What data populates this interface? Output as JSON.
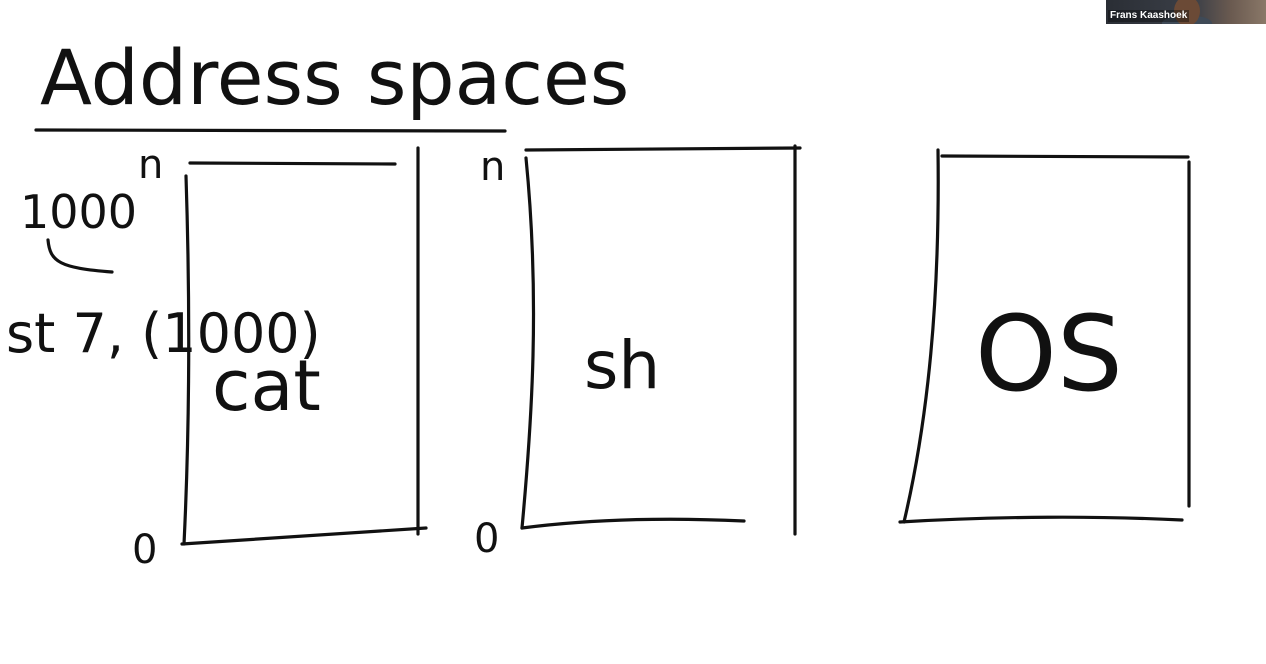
{
  "whiteboard": {
    "title": "Address spaces",
    "boxes": [
      {
        "label": "cat",
        "top_label": "n",
        "bottom_label": "0"
      },
      {
        "label": "sh",
        "top_label": "n",
        "bottom_label": "0"
      },
      {
        "label": "OS"
      }
    ],
    "margin_notes": {
      "value": "1000",
      "instruction": "st 7, (1000)"
    }
  },
  "video_tile": {
    "participant_name": "Frans Kaashoek",
    "icon": "participant-video-thumbnail"
  },
  "colors": {
    "ink": "#111111",
    "background": "#ffffff"
  }
}
